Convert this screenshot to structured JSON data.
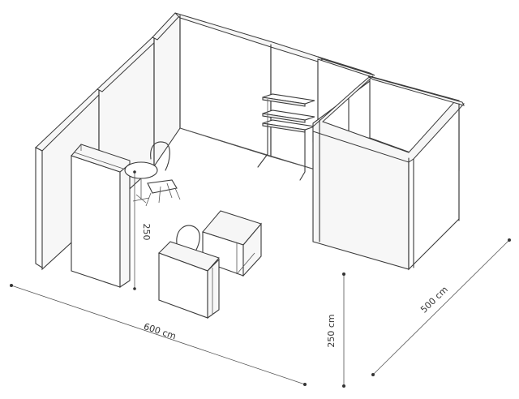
{
  "dimensions": {
    "width_label": "600 cm",
    "depth_label": "500 cm",
    "height_label": "250 cm",
    "cabinet_height_label": "250"
  }
}
